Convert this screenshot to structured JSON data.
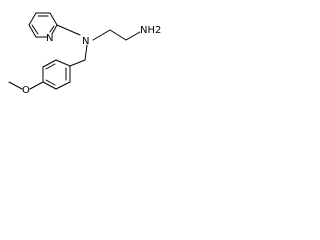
{
  "molecule": {
    "atoms": {
      "pyridine_n": "N",
      "amine_n": "N",
      "nh2": "NH2",
      "methoxy_o": "O"
    },
    "colors": {
      "bond": "#000000",
      "label": "#000000",
      "background": "#ffffff"
    }
  }
}
